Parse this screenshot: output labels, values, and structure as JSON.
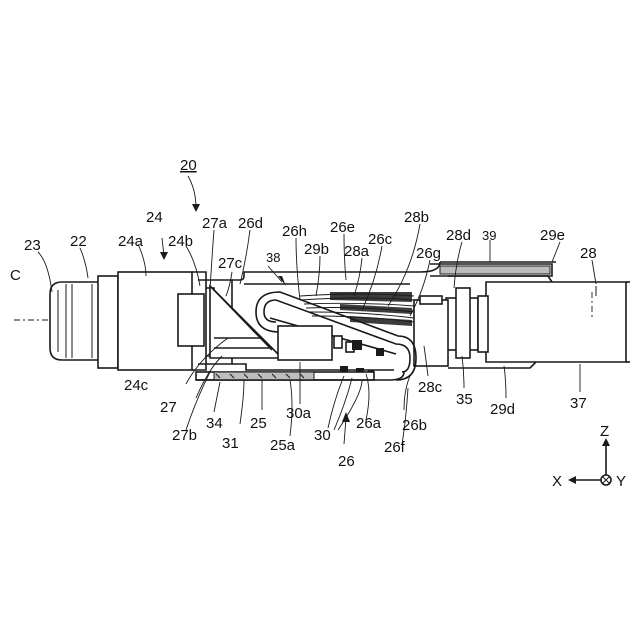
{
  "figure": {
    "title_ref": "20",
    "labels": [
      "23",
      "22",
      "24",
      "24a",
      "24b",
      "27a",
      "26d",
      "26h",
      "26e",
      "28b",
      "26c",
      "28d",
      "39",
      "29e",
      "28",
      "27c",
      "38",
      "29b",
      "28a",
      "26g",
      "C",
      "24c",
      "27",
      "34",
      "25",
      "30a",
      "30",
      "26a",
      "26b",
      "28c",
      "35",
      "29d",
      "37",
      "27b",
      "31",
      "25a",
      "26",
      "26f"
    ],
    "axes": {
      "z": "Z",
      "x": "X",
      "y": "Y"
    }
  }
}
